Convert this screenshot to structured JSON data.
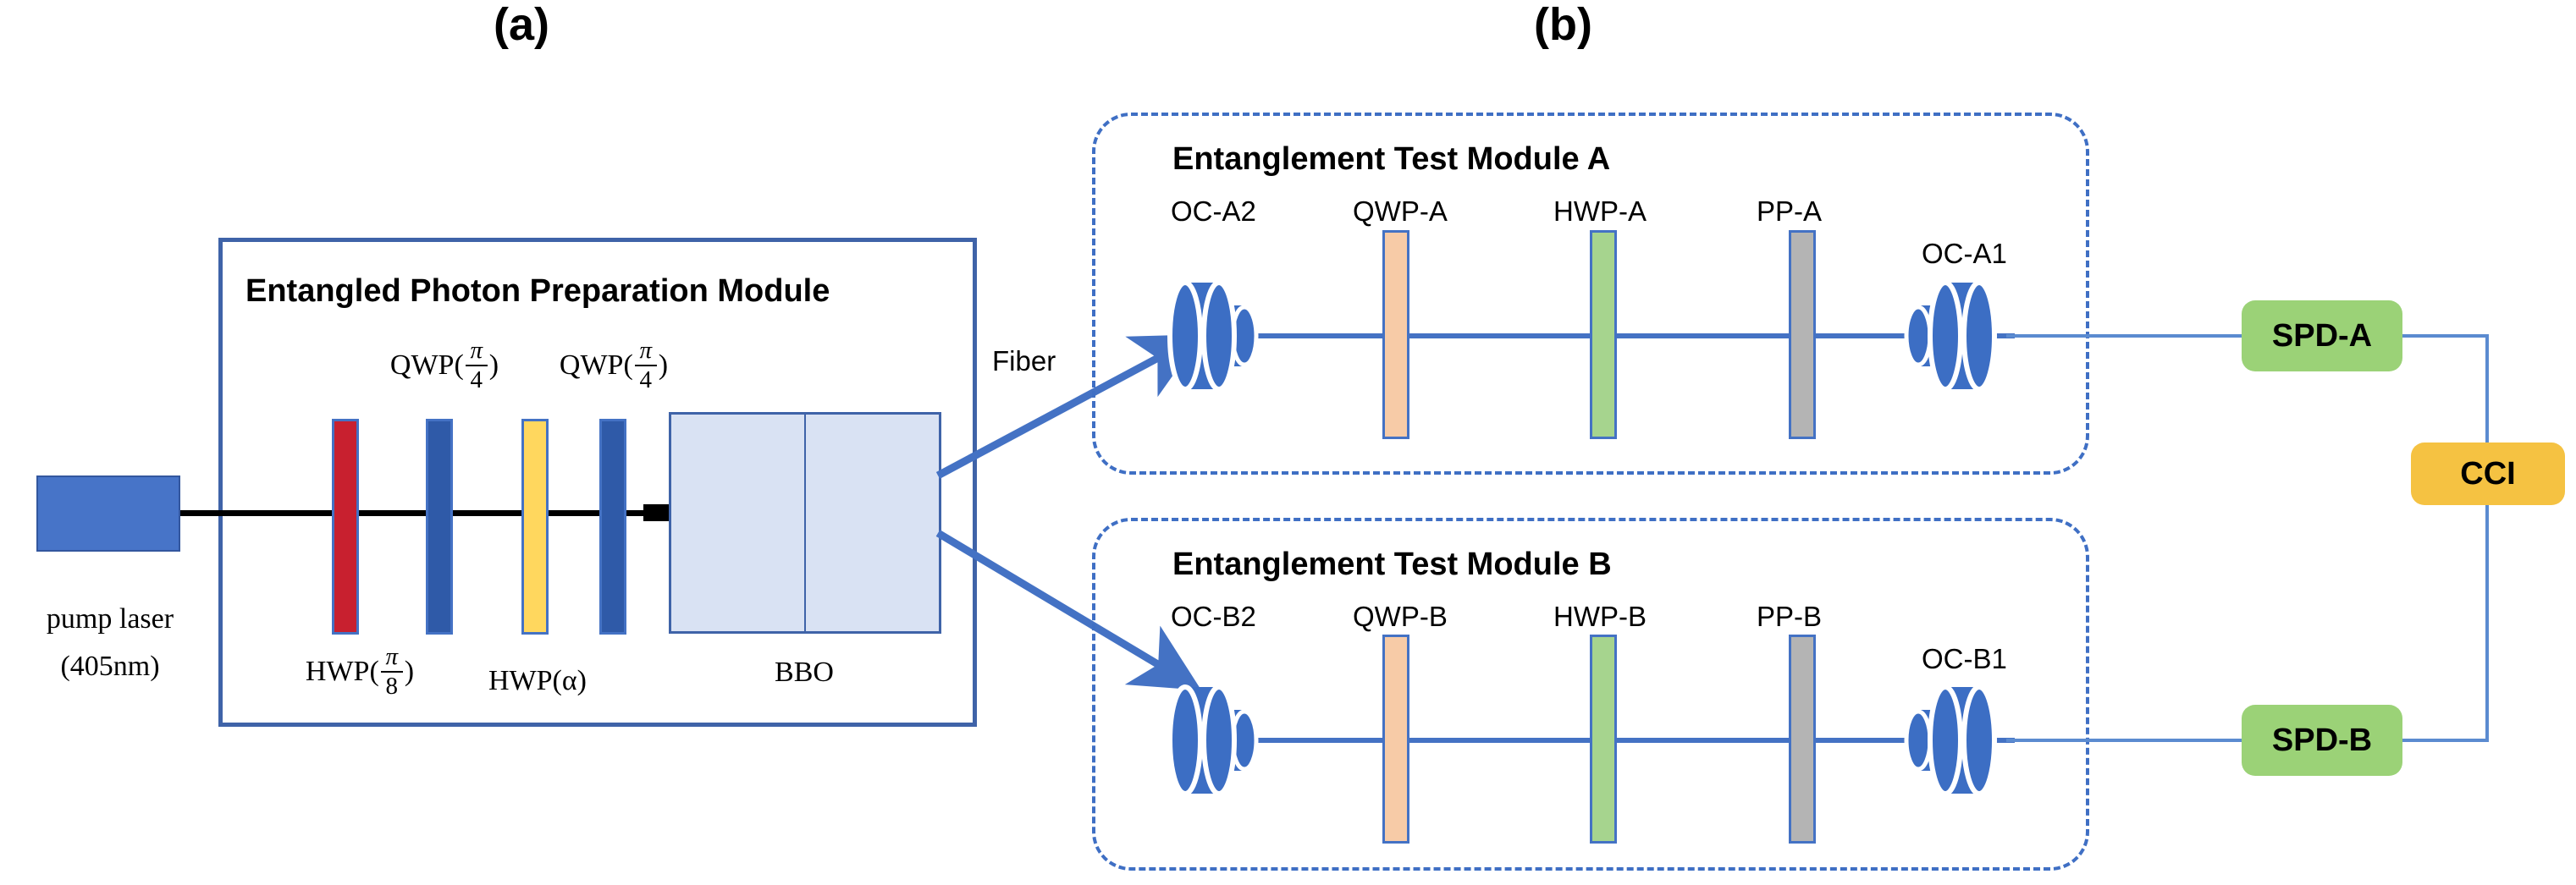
{
  "figure": {
    "panel_a_letter": "(a)",
    "panel_b_letter": "(b)"
  },
  "panel_a": {
    "module_title": "Entangled Photon Preparation Module",
    "source": {
      "label_line1": "pump laser",
      "label_line2": "(405nm)",
      "color": "#4774C8"
    },
    "components": [
      {
        "name": "HWP-pi-8",
        "label": "HWP(",
        "sub_num": "π",
        "sub_den": "8",
        "color": "#C8202F"
      },
      {
        "name": "QWP-pi-4a",
        "label": "QWP(",
        "sub_num": "π",
        "sub_den": "4",
        "color": "#2F5AA8"
      },
      {
        "name": "HWP-alpha",
        "label": "HWP(α)",
        "sub_num": "",
        "sub_den": "",
        "color": "#FFD75E"
      },
      {
        "name": "QWP-pi-4b",
        "label": "QWP(",
        "sub_num": "π",
        "sub_den": "4",
        "color": "#2F5AA8"
      }
    ],
    "labels": {
      "qwp_a": "QWP(",
      "qwp_b": "QWP(",
      "hwp_pi8": "HWP(",
      "hwp_alpha": "HWP(α)",
      "pi": "π",
      "four": "4",
      "eight": "8",
      "close_paren": ")"
    },
    "crystal": {
      "label": "BBO",
      "color": "#D9E2F3"
    },
    "fiber_label": "Fiber"
  },
  "panel_b": {
    "modules": [
      {
        "title": "Entanglement Test Module A",
        "input_coupler": "OC-A2",
        "output_coupler": "OC-A1",
        "elements": [
          {
            "label": "QWP-A",
            "color": "#F7CBA7"
          },
          {
            "label": "HWP-A",
            "color": "#A6D48E"
          },
          {
            "label": "PP-A",
            "color": "#B4B4B4"
          }
        ],
        "detector": "SPD-A"
      },
      {
        "title": "Entanglement Test Module B",
        "input_coupler": "OC-B2",
        "output_coupler": "OC-B1",
        "elements": [
          {
            "label": "QWP-B",
            "color": "#F7CBA7"
          },
          {
            "label": "HWP-B",
            "color": "#A6D48E"
          },
          {
            "label": "PP-B",
            "color": "#B4B4B4"
          }
        ],
        "detector": "SPD-B"
      }
    ],
    "coincidence_unit": "CCI",
    "colors": {
      "detector_box": "#9BD277",
      "coincidence_box": "#F5C242",
      "dashed_border": "#3F6FC4",
      "wire": "#5B8BD0"
    }
  }
}
